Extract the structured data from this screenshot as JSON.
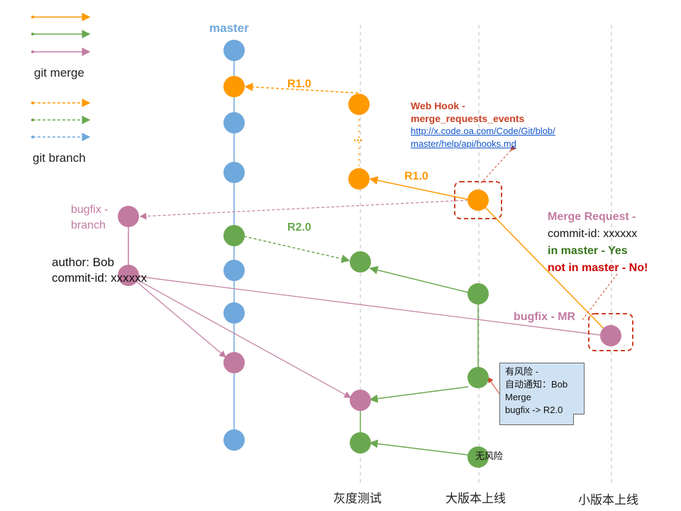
{
  "legend": {
    "merge_label": "git merge",
    "branch_label": "git branch"
  },
  "lanes": {
    "master": "master",
    "gray": "灰度测试",
    "major": "大版本上线",
    "minor": "小版本上线"
  },
  "tags": {
    "r10_top": "R1.0",
    "r10_mid": "R1.0",
    "r20": "R2.0",
    "dots": "...",
    "bugfix_branch_line1": "bugfix -",
    "bugfix_branch_line2": "branch",
    "bugfix_mr": "bugfix - MR",
    "no_risk": "无风险"
  },
  "author": {
    "line1": "author: Bob",
    "line2": "commit-id: xxxxxx"
  },
  "webhook": {
    "title1": "Web Hook -",
    "title2": "merge_requests_events",
    "url1": "http://x.code.oa.com/Code/Git/blob/",
    "url2": "master/help/api/hooks.md"
  },
  "merge_request": {
    "title": "Merge Request -",
    "commit": "commit-id: xxxxxx",
    "yes": "in master - Yes",
    "no": "not in master - No!"
  },
  "note": {
    "line1": "有风险 -",
    "line2": "自动通知：Bob",
    "line3": "Merge",
    "line4": "bugfix -> R2.0"
  },
  "colors": {
    "orange": "#ff9900",
    "green": "#6aa84f",
    "pink": "#c27ba0",
    "blue": "#6fa8dc",
    "red_dashed": "#cc4125",
    "note_bg": "#cfe2f3",
    "no_red": "#cc0000",
    "yes_green": "#38761d"
  }
}
